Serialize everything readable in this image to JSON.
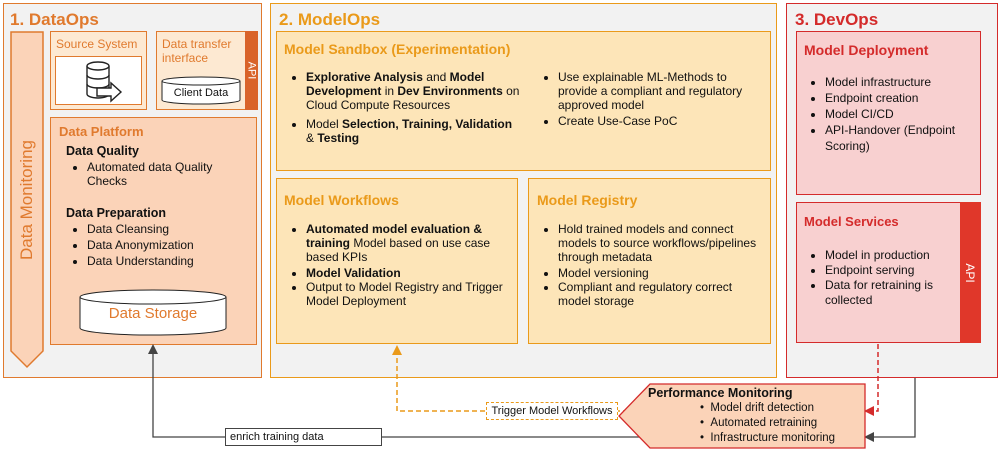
{
  "dataops": {
    "title": "1. DataOps",
    "monitoring_label": "Data Monitoring",
    "source_system": "Source System",
    "transfer_title": "Data transfer interface",
    "client_data": "Client Data",
    "api_label": "API",
    "platform": {
      "title": "Data Platform",
      "quality_title": "Data Quality",
      "quality_items": [
        "Automated data Quality Checks"
      ],
      "prep_title": "Data Preparation",
      "prep_items": [
        "Data Cleansing",
        "Data Anonymization",
        "Data Understanding"
      ],
      "storage": "Data Storage"
    }
  },
  "modelops": {
    "title": "2. ModelOps",
    "sandbox": {
      "title": "Model Sandbox (Experimentation)",
      "left": [
        {
          "a": "",
          "b": "Explorative Analysis",
          "c": " and ",
          "d": "Model Development",
          "e": " in ",
          "f": "Dev Environments",
          "g": " on Cloud Compute Resources"
        },
        {
          "a": "Model ",
          "b": "Selection, Training, Validation",
          "c": " & ",
          "d": "Testing",
          "e": "",
          "f": "",
          "g": ""
        }
      ],
      "right": [
        "Use explainable ML-Methods to provide a compliant and regulatory approved model",
        "Create Use-Case PoC"
      ]
    },
    "workflows": {
      "title": "Model Workflows",
      "item1_bold": "Automated model evaluation & training",
      "item1_rest": " Model based on use case based KPIs",
      "item2": "Model Validation",
      "item3": "Output to Model Registry and Trigger Model Deployment"
    },
    "registry": {
      "title": "Model Registry",
      "items": [
        "Hold trained models and connect models to source workflows/pipelines through metadata",
        "Model versioning",
        "Compliant and regulatory correct model storage"
      ]
    }
  },
  "devops": {
    "title": "3. DevOps",
    "deployment": {
      "title": "Model Deployment",
      "items": [
        "Model infrastructure",
        "Endpoint creation",
        "Model CI/CD",
        "API-Handover (Endpoint Scoring)"
      ]
    },
    "services": {
      "title": "Model Services",
      "items": [
        "Model in production",
        "Endpoint serving",
        "Data for retraining is collected"
      ],
      "api_label": "API"
    }
  },
  "performance": {
    "title": "Performance Monitoring",
    "items": [
      "Model drift detection",
      "Automated retraining",
      "Infrastructure monitoring"
    ]
  },
  "flows": {
    "trigger": "Trigger Model Workflows",
    "enrich": "enrich training data"
  }
}
